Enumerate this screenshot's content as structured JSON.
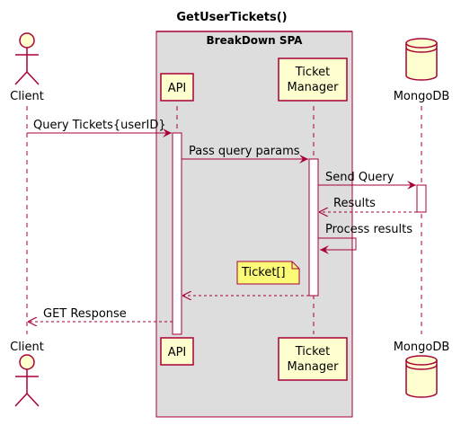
{
  "title": "GetUserTickets()",
  "group": {
    "label": "BreakDown SPA"
  },
  "participants": {
    "client": {
      "label": "Client",
      "kind": "actor"
    },
    "api": {
      "label": "API",
      "kind": "participant"
    },
    "ticket_manager": {
      "line1": "Ticket",
      "line2": "Manager",
      "kind": "participant"
    },
    "mongodb": {
      "label": "MongoDB",
      "kind": "database"
    }
  },
  "messages": [
    {
      "from": "Client",
      "to": "API",
      "label": "Query Tickets{userID}",
      "style": "solid"
    },
    {
      "from": "API",
      "to": "Ticket Manager",
      "label": "Pass query params",
      "style": "solid"
    },
    {
      "from": "Ticket Manager",
      "to": "MongoDB",
      "label": "Send Query",
      "style": "solid"
    },
    {
      "from": "MongoDB",
      "to": "Ticket Manager",
      "label": "Results",
      "style": "dashed"
    },
    {
      "from": "Ticket Manager",
      "to": "Ticket Manager",
      "label": "Process results",
      "style": "solid"
    },
    {
      "from": "Ticket Manager",
      "to": "API",
      "label": "",
      "style": "dashed"
    },
    {
      "from": "API",
      "to": "Client",
      "label": "GET Response",
      "style": "dashed"
    }
  ],
  "note": {
    "text": "Ticket[]"
  },
  "colors": {
    "arrow": "#A80036",
    "box_fill": "#FEFECE",
    "group_fill": "#DDDDDD",
    "note_fill": "#FBFB77",
    "activation_fill": "#FFFFFF"
  }
}
